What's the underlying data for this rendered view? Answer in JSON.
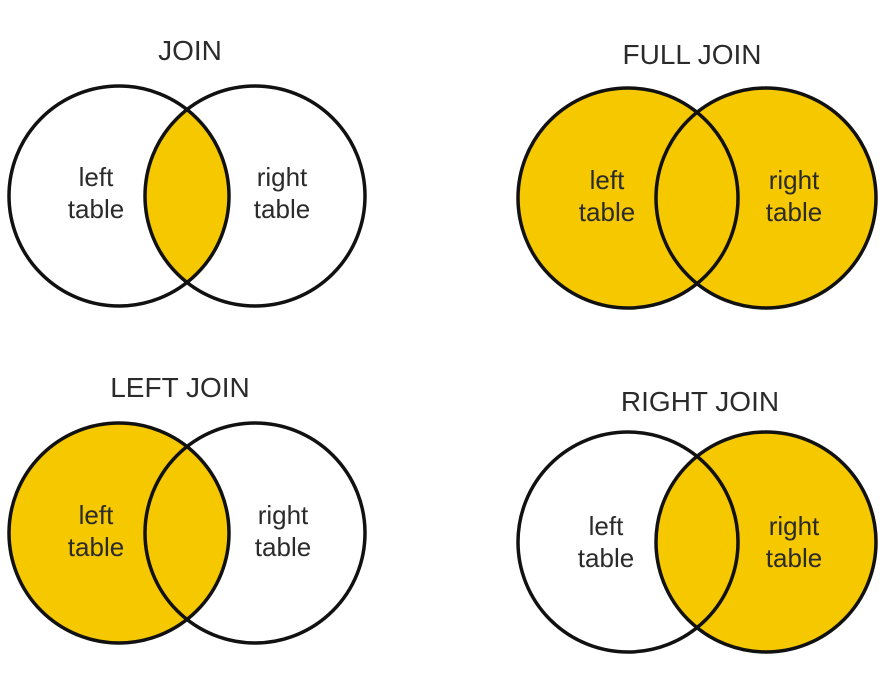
{
  "colors": {
    "highlight": "#f5c800",
    "outline": "#111111",
    "background": "#ffffff",
    "text": "#2b2b2b"
  },
  "diagrams": [
    {
      "id": "join",
      "title": "JOIN",
      "left_label": [
        "left",
        "table"
      ],
      "right_label": [
        "right",
        "table"
      ],
      "fill_left_only": false,
      "fill_intersection": true,
      "fill_right_only": false
    },
    {
      "id": "full-join",
      "title": "FULL JOIN",
      "left_label": [
        "left",
        "table"
      ],
      "right_label": [
        "right",
        "table"
      ],
      "fill_left_only": true,
      "fill_intersection": true,
      "fill_right_only": true
    },
    {
      "id": "left-join",
      "title": "LEFT JOIN",
      "left_label": [
        "left",
        "table"
      ],
      "right_label": [
        "right",
        "table"
      ],
      "fill_left_only": true,
      "fill_intersection": true,
      "fill_right_only": false
    },
    {
      "id": "right-join",
      "title": "RIGHT JOIN",
      "left_label": [
        "left",
        "table"
      ],
      "right_label": [
        "right",
        "table"
      ],
      "fill_left_only": false,
      "fill_intersection": true,
      "fill_right_only": true
    }
  ]
}
